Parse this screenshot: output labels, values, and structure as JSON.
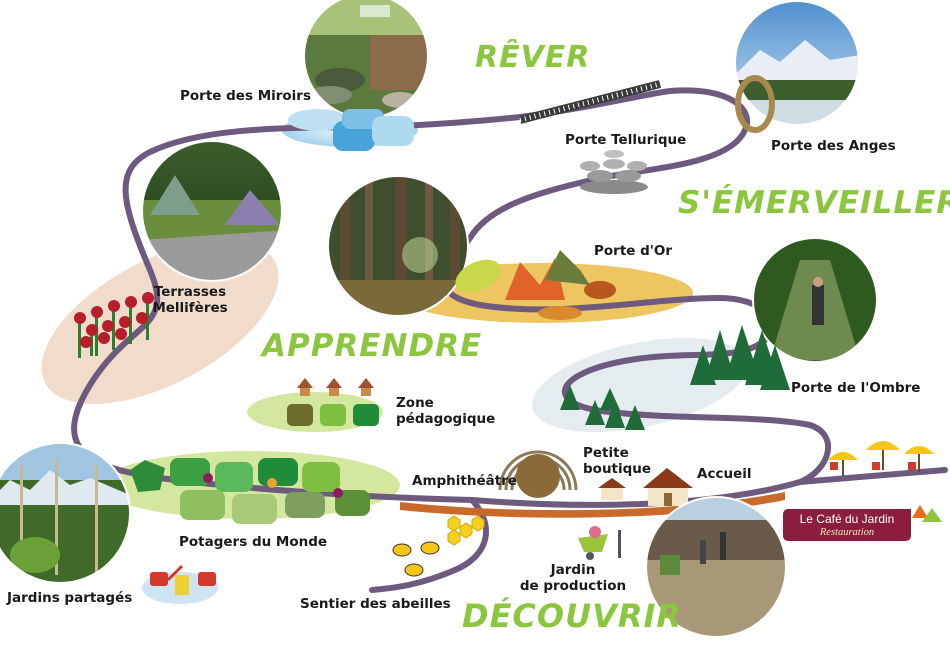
{
  "headings": {
    "rever": "RÊVER",
    "emerveiller": "S'ÉMERVEILLER",
    "apprendre": "APPRENDRE",
    "decouvrir": "DÉCOUVRIR"
  },
  "places": {
    "porte_miroirs": "Porte des Miroirs",
    "porte_tellurique": "Porte Tellurique",
    "porte_anges": "Porte des Anges",
    "porte_or": "Porte d'Or",
    "terrasses_1": "Terrasses",
    "terrasses_2": "Mellifères",
    "porte_ombre": "Porte de l'Ombre",
    "zone_1": "Zone",
    "zone_2": "pédagogique",
    "petite_boutique_1": "Petite",
    "petite_boutique_2": "boutique",
    "amphitheatre": "Amphithéâtre",
    "accueil": "Accueil",
    "potagers": "Potagers du Monde",
    "jardin_prod_1": "Jardin",
    "jardin_prod_2": "de production",
    "sentier": "Sentier des abeilles",
    "jardins_partages": "Jardins partagés"
  },
  "cafe": {
    "name": "Le Café du Jardin",
    "subtitle": "Restauration"
  },
  "colors": {
    "path": "#6e5a7e",
    "heading": "#8cc63f",
    "pale_green": "#d4e79e",
    "beige": "#f1dccc",
    "gold": "#e8b83a",
    "brown_path": "#c9692a",
    "cafe": "#8b1e3f"
  }
}
